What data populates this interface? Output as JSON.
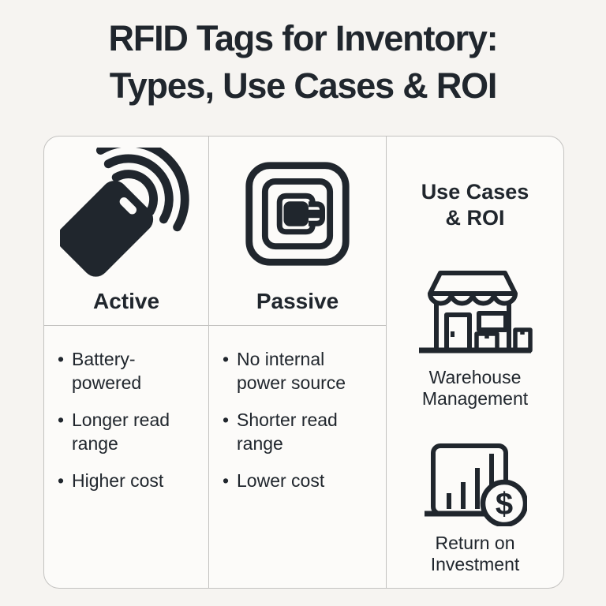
{
  "theme": {
    "background": "#f6f4f1",
    "card_background": "#fcfbf9",
    "border_color": "#c3c2c0",
    "ink": "#20262d"
  },
  "title": {
    "line1": "RFID Tags for Inventory:",
    "line2": "Types, Use Cases & ROI"
  },
  "columns": [
    {
      "header": "Active",
      "icon": "active-rfid-tag-signal-icon",
      "bullets": [
        "Battery-powered",
        "Longer read range",
        "Higher cost"
      ]
    },
    {
      "header": "Passive",
      "icon": "passive-rfid-chip-icon",
      "bullets": [
        "No internal power source",
        "Shorter read range",
        "Lower cost"
      ]
    },
    {
      "header_line1": "Use Cases",
      "header_line2": "& ROI",
      "use_cases": [
        {
          "icon": "warehouse-storefront-icon",
          "label": "Warehouse Management"
        },
        {
          "icon": "roi-bar-chart-dollar-icon",
          "label": "Return on Investment"
        }
      ]
    }
  ],
  "glyphs": {
    "dollar": "$"
  }
}
